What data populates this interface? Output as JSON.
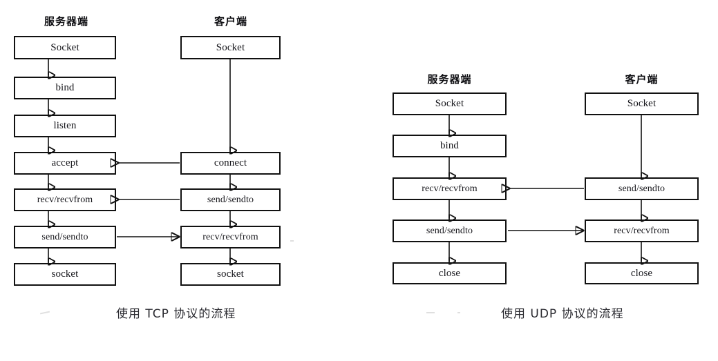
{
  "figures": [
    {
      "id": "tcp",
      "caption": "使用 TCP 协议的流程",
      "columns": [
        {
          "id": "server",
          "title": "服务器端",
          "nodes": [
            "Socket",
            "bind",
            "listen",
            "accept",
            "recv/recvfrom",
            "send/sendto",
            "socket"
          ]
        },
        {
          "id": "client",
          "title": "客户端",
          "nodes": [
            "Socket",
            "connect",
            "send/sendto",
            "recv/recvfrom",
            "socket"
          ]
        }
      ],
      "cross_arrows": [
        {
          "from": "client.connect",
          "to": "server.accept",
          "direction": "right-to-left"
        },
        {
          "from": "client.send/sendto",
          "to": "server.recv/recvfrom",
          "direction": "right-to-left"
        },
        {
          "from": "server.send/sendto",
          "to": "client.recv/recvfrom",
          "direction": "left-to-right"
        }
      ]
    },
    {
      "id": "udp",
      "caption": "使用 UDP 协议的流程",
      "columns": [
        {
          "id": "server",
          "title": "服务器端",
          "nodes": [
            "Socket",
            "bind",
            "recv/recvfrom",
            "send/sendto",
            "close"
          ]
        },
        {
          "id": "client",
          "title": "客户端",
          "nodes": [
            "Socket",
            "send/sendto",
            "recv/recvfrom",
            "close"
          ]
        }
      ],
      "cross_arrows": [
        {
          "from": "client.send/sendto",
          "to": "server.recv/recvfrom",
          "direction": "right-to-left"
        },
        {
          "from": "server.send/sendto",
          "to": "client.recv/recvfrom",
          "direction": "left-to-right"
        }
      ]
    }
  ],
  "colors": {
    "background": "#ffffff",
    "stroke": "#111111",
    "text": "#15151a",
    "caption_text": "#2a2a30"
  }
}
